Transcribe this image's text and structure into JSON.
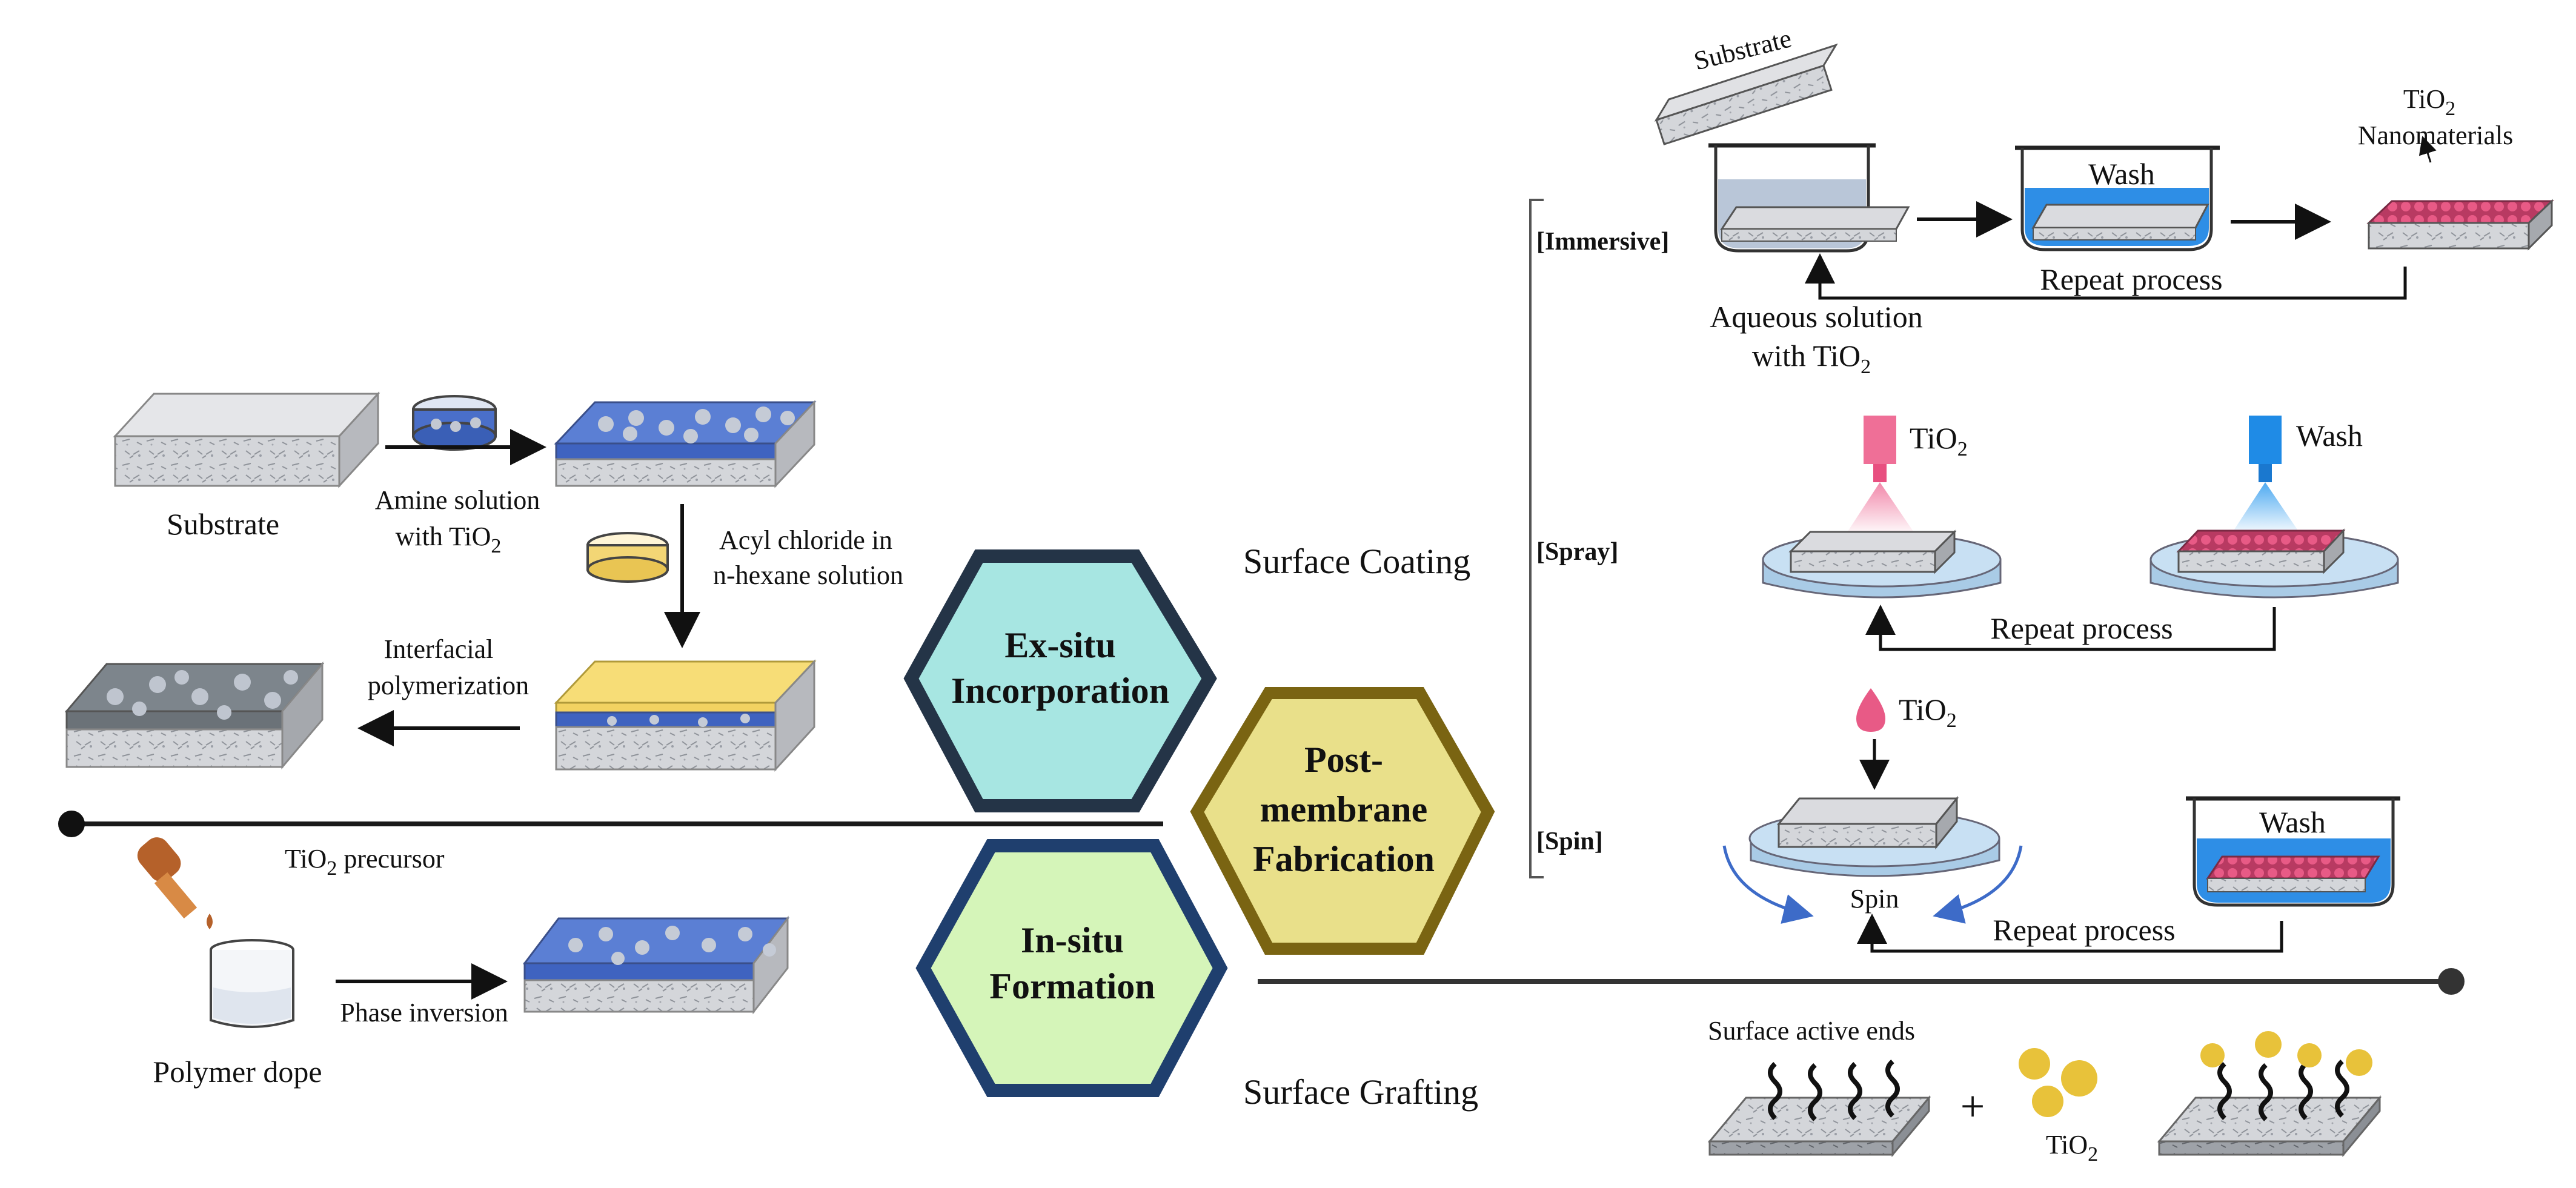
{
  "colors": {
    "hex_exsitu_fill": "#a7e6e2",
    "hex_exsitu_stroke": "#243447",
    "hex_post_fill": "#e9e08a",
    "hex_post_stroke": "#7a6412",
    "hex_insitu_fill": "#d5f5b9",
    "hex_insitu_stroke": "#1f3f6e",
    "blue_layer": "#4a6fc9",
    "yellow_layer": "#f7dd77",
    "wash_blue": "#2e8ee6",
    "pink_nano": "#e2537f",
    "tio2_gold": "#e8c23a",
    "stage_disk": "#bcd9ef"
  },
  "hexagons": {
    "exsitu": {
      "line1": "Ex-situ",
      "line2": "Incorporation"
    },
    "post": {
      "line1": "Post-",
      "line2": "membrane",
      "line3": "Fabrication"
    },
    "insitu": {
      "line1": "In-situ",
      "line2": "Formation"
    }
  },
  "left": {
    "substrate": "Substrate",
    "amine_line1": "Amine solution",
    "amine_line2": "with TiO",
    "amine_sub": "2",
    "acyl_line1": "Acyl chloride in",
    "acyl_line2": "n-hexane solution",
    "interfacial_line1": "Interfacial",
    "interfacial_line2": "polymerization",
    "precursor": "TiO",
    "precursor_sub": "2",
    "precursor_tail": " precursor",
    "phase_inversion": "Phase inversion",
    "polymer_dope": "Polymer dope"
  },
  "surface_coating": {
    "title": "Surface Coating",
    "immersive": {
      "tag": "[Immersive]",
      "substrate": "Substrate",
      "wash": "Wash",
      "nano_line1": "TiO",
      "nano_sub": "2",
      "nano_line2": "Nanomaterials",
      "repeat": "Repeat process",
      "aq_line1": "Aqueous solution",
      "aq_line2": "with TiO",
      "aq_sub": "2"
    },
    "spray": {
      "tag": "[Spray]",
      "tio2": "TiO",
      "tio2_sub": "2",
      "wash": "Wash",
      "repeat": "Repeat process"
    },
    "spin": {
      "tag": "[Spin]",
      "tio2": "TiO",
      "tio2_sub": "2",
      "spin": "Spin",
      "wash": "Wash",
      "repeat": "Repeat process"
    }
  },
  "surface_grafting": {
    "title": "Surface Grafting",
    "active_ends": "Surface active ends",
    "plus": "+",
    "tio2": "TiO",
    "tio2_sub": "2"
  }
}
